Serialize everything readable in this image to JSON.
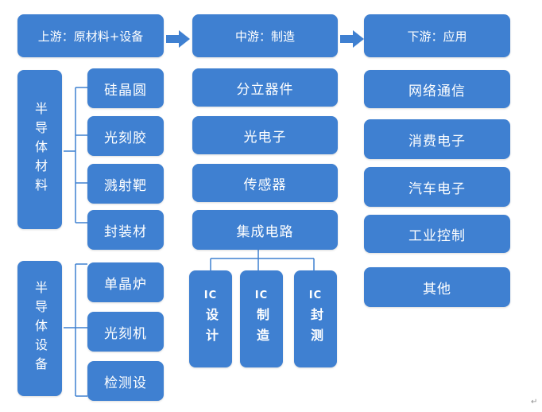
{
  "upstream": {
    "header": "上游：原材料+设备",
    "materials": {
      "label": "半导体材料",
      "items": [
        "硅晶圆",
        "光刻胶",
        "溅射靶",
        "封装材"
      ]
    },
    "equipment": {
      "label": "半导体设备",
      "items": [
        "单晶炉",
        "光刻机",
        "检测设"
      ]
    }
  },
  "midstream": {
    "header": "中游：制造",
    "items": [
      "分立器件",
      "光电子",
      "传感器",
      "集成电路"
    ],
    "ic": [
      {
        "top": "IC",
        "text": "设计"
      },
      {
        "top": "IC",
        "text": "制造"
      },
      {
        "top": "IC",
        "text": "封测"
      }
    ]
  },
  "downstream": {
    "header": "下游：应用",
    "items": [
      "网络通信",
      "消费电子",
      "汽车电子",
      "工业控制",
      "其他"
    ]
  },
  "colors": {
    "box": "#3f80d1",
    "connector": "#3f80d1",
    "arrow": "#3f80d1"
  }
}
